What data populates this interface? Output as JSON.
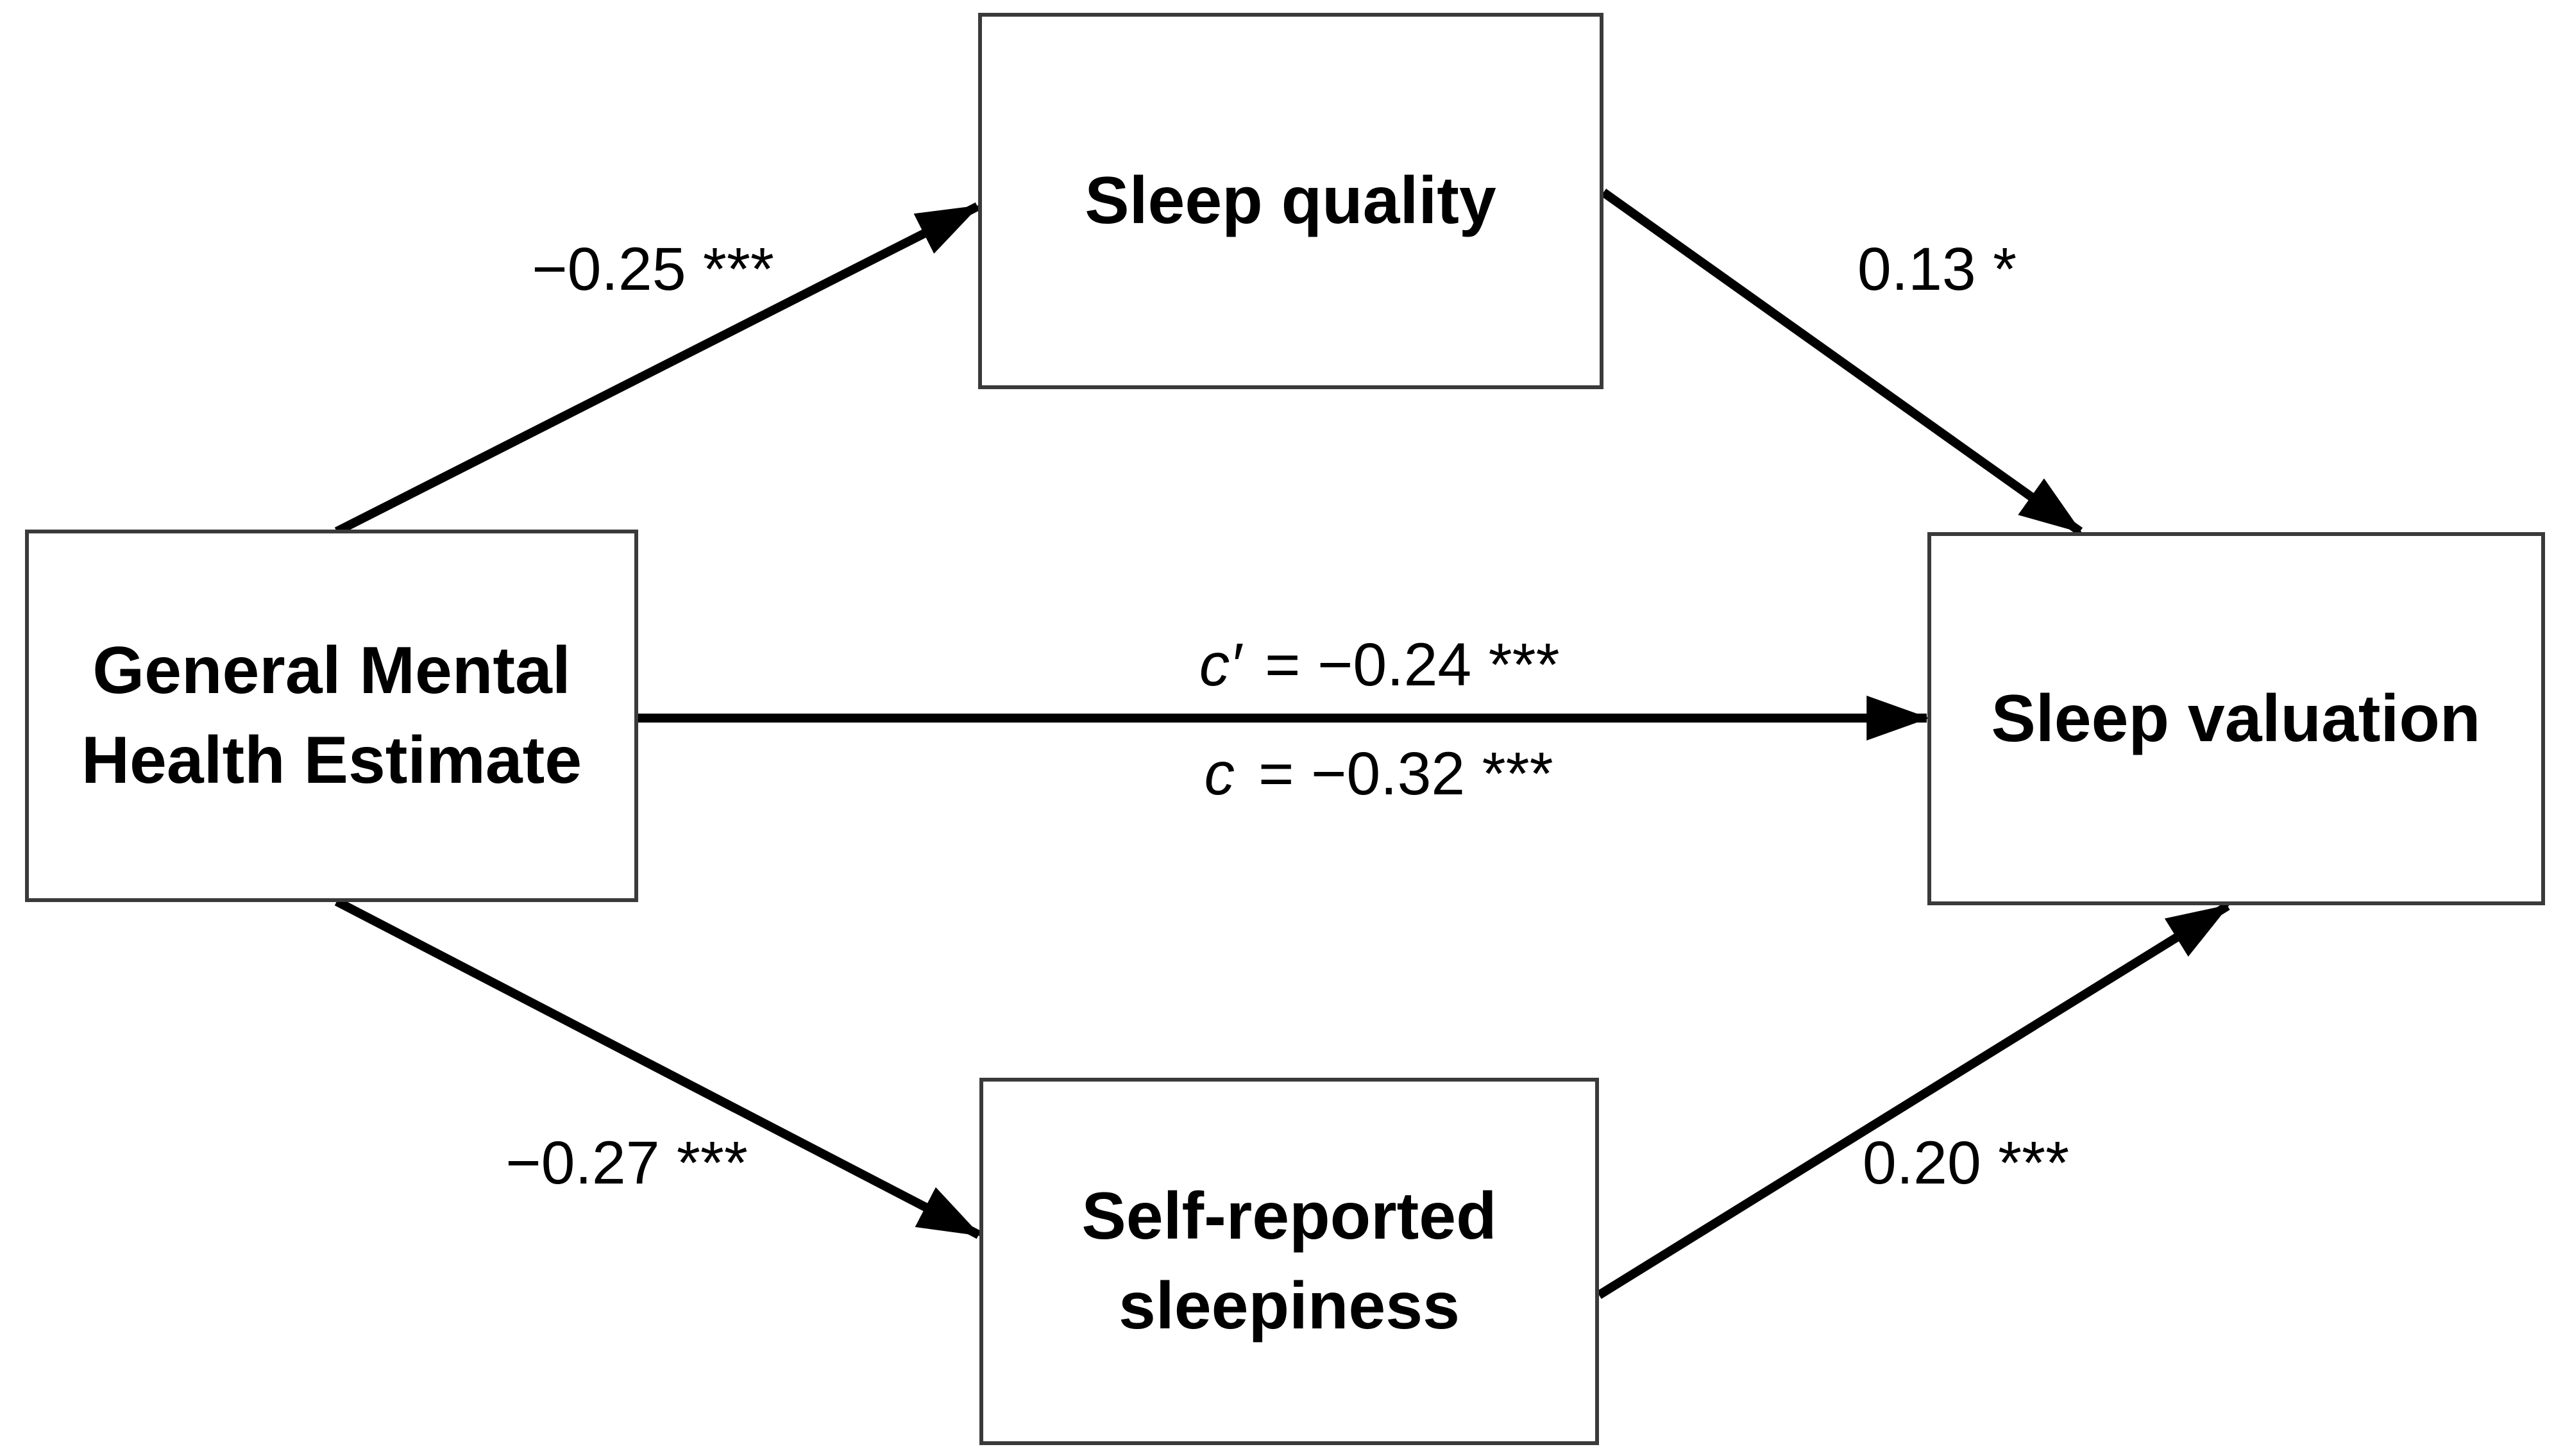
{
  "figure": {
    "type": "mediation-path-diagram",
    "background_color": "#ffffff",
    "arrow_color": "#000000",
    "box_border_color": "#3a3a3a",
    "text_color": "#000000"
  },
  "boxes": {
    "predictor": {
      "label_lines": [
        "General Mental",
        "Health Estimate"
      ]
    },
    "mediator_top": {
      "label_lines": [
        "Sleep quality"
      ]
    },
    "outcome": {
      "label_lines": [
        "Sleep valuation"
      ]
    },
    "mediator_bottom": {
      "label_lines": [
        "Self-reported",
        "sleepiness"
      ]
    }
  },
  "paths": {
    "a1": {
      "from": "General Mental Health Estimate",
      "to": "Sleep quality",
      "label": "−0.25 ***"
    },
    "b1": {
      "from": "Sleep quality",
      "to": "Sleep valuation",
      "label": "0.13 *"
    },
    "a2": {
      "from": "General Mental Health Estimate",
      "to": "Self-reported sleepiness",
      "label": "−0.27 ***"
    },
    "b2": {
      "from": "Self-reported sleepiness",
      "to": "Sleep valuation",
      "label": "0.20 ***"
    },
    "direct": {
      "symbol": "c′",
      "value": "= −0.24 ***"
    },
    "total": {
      "symbol": "c",
      "value": "= −0.32 ***"
    }
  }
}
